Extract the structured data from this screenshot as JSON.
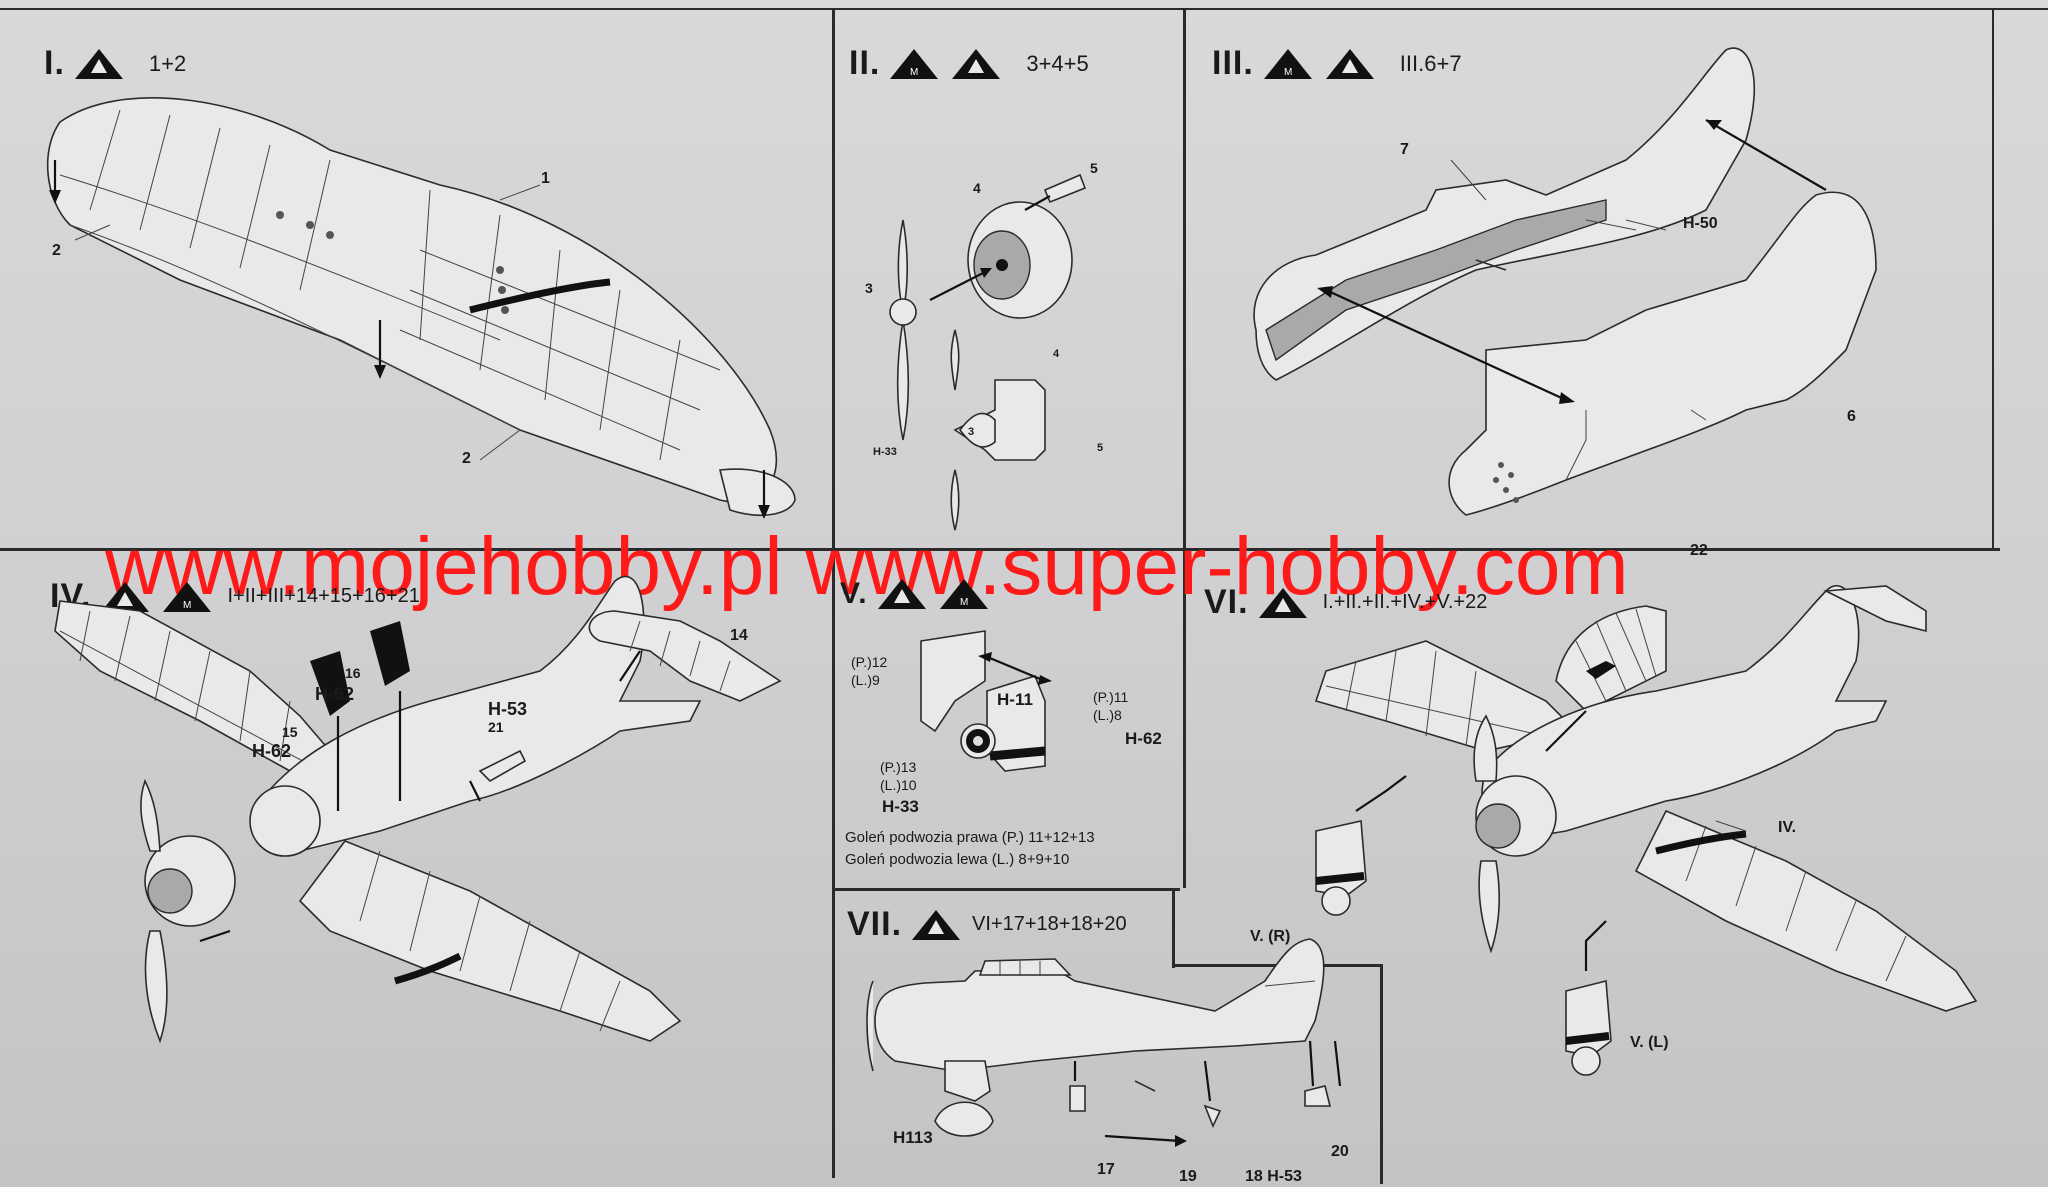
{
  "steps": [
    {
      "numeral": "I.",
      "sequence": "1+2",
      "parts": [
        "1",
        "2",
        "2"
      ]
    },
    {
      "numeral": "II.",
      "sequence": "3+4+5",
      "parts": [
        "4",
        "5",
        "3",
        "H-33",
        "4",
        "3",
        "5"
      ]
    },
    {
      "numeral": "III.",
      "sequence": "III.6+7",
      "parts": [
        "7",
        "H-50",
        "6"
      ]
    },
    {
      "numeral": "IV.",
      "sequence": "I+II+III+14+15+16+21",
      "parts": [
        "14",
        "16",
        "H-62",
        "15",
        "H-62",
        "H-53",
        "21"
      ]
    },
    {
      "numeral": "V.",
      "sequence": "",
      "parts": [
        "(P.)12",
        "(L.)9",
        "H-11",
        "(P.)11",
        "(L.)8",
        "H-62",
        "(P.)13",
        "(L.)10",
        "H-33"
      ],
      "captions": [
        "Goleń podwozia prawa (P.) 11+12+13",
        "Goleń podwozia lewa  (L.) 8+9+10"
      ]
    },
    {
      "numeral": "VI.",
      "sequence": "I.+II.+II.+IV.+V.+22",
      "parts": [
        "22",
        "IV.",
        "V. (R)",
        "V. (L)"
      ]
    },
    {
      "numeral": "VII.",
      "sequence": "VI+17+18+18+20",
      "parts": [
        "H113",
        "17",
        "19",
        "18 H-53",
        "20"
      ]
    }
  ],
  "watermark": "www.mojehobby.pl www.super-hobby.com",
  "colors": {
    "background": "#d7d7d9",
    "ink": "#1a1a1a",
    "watermark": "#ff1a1a",
    "shade": "#a9a9ab"
  },
  "icons": [
    "glue-icon",
    "paint-brush-icon"
  ]
}
